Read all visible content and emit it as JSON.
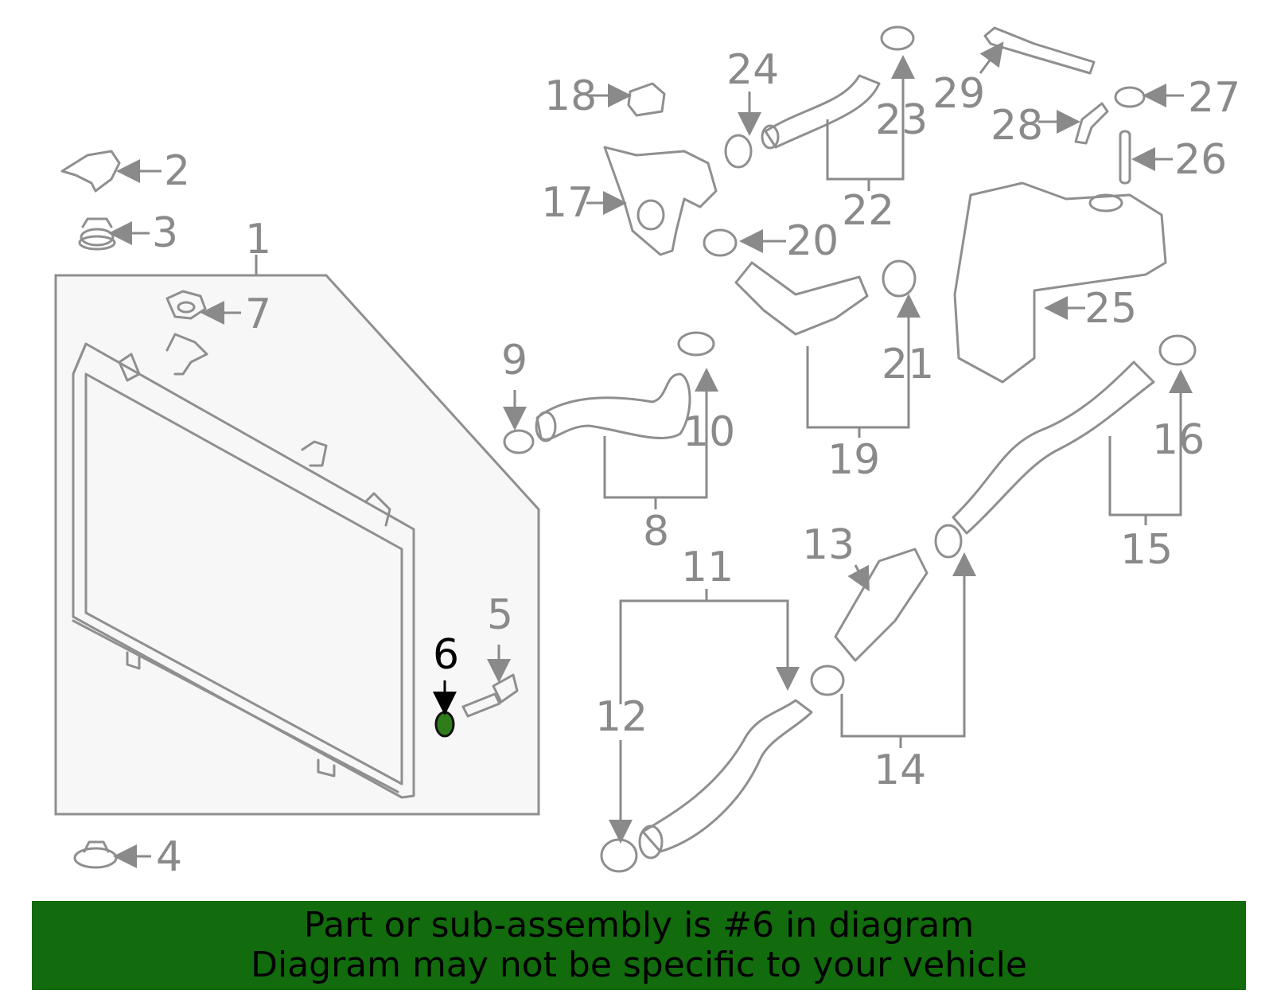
{
  "labels": {
    "l1": "1",
    "l2": "2",
    "l3": "3",
    "l4": "4",
    "l5": "5",
    "l6": "6",
    "l7": "7",
    "l8": "8",
    "l9": "9",
    "l10": "10",
    "l11": "11",
    "l12": "12",
    "l13": "13",
    "l14": "14",
    "l15": "15",
    "l16": "16",
    "l17": "17",
    "l18": "18",
    "l19": "19",
    "l20": "20",
    "l21": "21",
    "l22": "22",
    "l23": "23",
    "l24": "24",
    "l25": "25",
    "l26": "26",
    "l27": "27",
    "l28": "28",
    "l29": "29"
  },
  "highlight": {
    "part": "6",
    "color": "#2e7d1a"
  },
  "banner": {
    "line1": "Part or sub-assembly is #6 in diagram",
    "line2": "Diagram may not be specific to your vehicle",
    "background": "#126b0d"
  }
}
